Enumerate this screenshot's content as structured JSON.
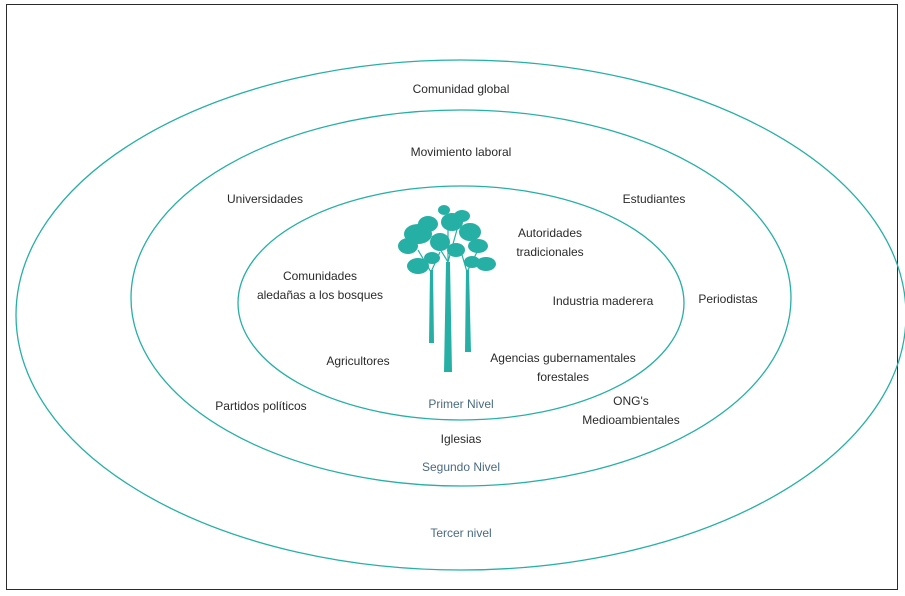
{
  "colors": {
    "ring": "#26b0a5",
    "tree": "#26b0a5",
    "level_text": "#4a6a82",
    "text": "#2a2a2a",
    "frame": "#2b2b2b"
  },
  "tree": {
    "icon": "tree-icon"
  },
  "levels": {
    "first": "Primer Nivel",
    "second": "Segundo Nivel",
    "third": "Tercer nivel"
  },
  "inner": {
    "comunidades": "Comunidades\naledañas a los bosques",
    "autoridades": "Autoridades\ntradicionales",
    "industria": "Industria maderera",
    "agricultores": "Agricultores",
    "agencias": "Agencias gubernamentales\nforestales"
  },
  "middle": {
    "movimiento": "Movimiento laboral",
    "universidades": "Universidades",
    "estudiantes": "Estudiantes",
    "periodistas": "Periodistas",
    "partidos": "Partidos políticos",
    "ongs": "ONG's\nMedioambientales",
    "iglesias": "Iglesias"
  },
  "outer": {
    "comunidad_global": "Comunidad global"
  }
}
